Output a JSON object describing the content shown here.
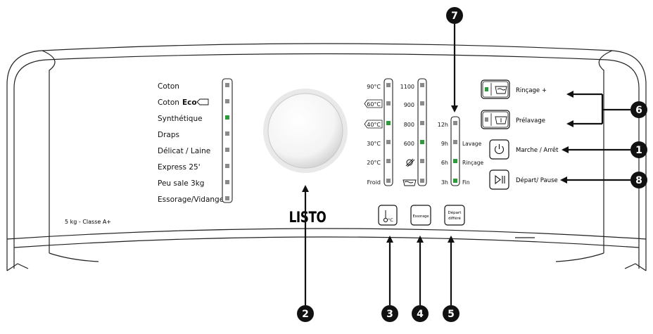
{
  "brand": "LISTO",
  "capacity_label": "5 kg - Classe A+",
  "programs": {
    "items": [
      "Coton",
      "Coton",
      "Synthétique",
      "Draps",
      "Délicat / Laine",
      "Express 25'",
      "Peu sale 3kg",
      "Essorage/Vidange"
    ],
    "eco_suffix": "Eco",
    "active_index": 2
  },
  "temperature": {
    "options": [
      "90°C",
      "60°C",
      "40°C",
      "30°C",
      "20°C",
      "Froid"
    ],
    "active_index": 2
  },
  "spin": {
    "options": [
      "1100",
      "900",
      "800",
      "600"
    ],
    "active_index": 3,
    "no_spin_icon": "no-spin-icon",
    "rinse_hold_icon": "rinse-hold-icon"
  },
  "delay": {
    "options": [
      "12h",
      "9h",
      "6h",
      "3h"
    ],
    "phases": [
      "Lavage",
      "Rinçage",
      "Fin"
    ],
    "active_indices": [
      2,
      3
    ]
  },
  "buttons": {
    "temperature_icon": "thermometer-icon",
    "spin_label": "Essorage",
    "delay_label_1": "Départ",
    "delay_label_2": "différé",
    "extra_rinse_label": "Rinçage +",
    "prewash_label": "Prélavage",
    "power_label": "Marche / Arrêt",
    "start_pause_label": "Départ/ Pause"
  },
  "callouts": [
    "1",
    "2",
    "3",
    "4",
    "5",
    "6",
    "7",
    "8"
  ],
  "colors": {
    "indicator_on": "#2e9a3a",
    "indicator_off": "#8a8a8a",
    "callout": "#111111"
  }
}
